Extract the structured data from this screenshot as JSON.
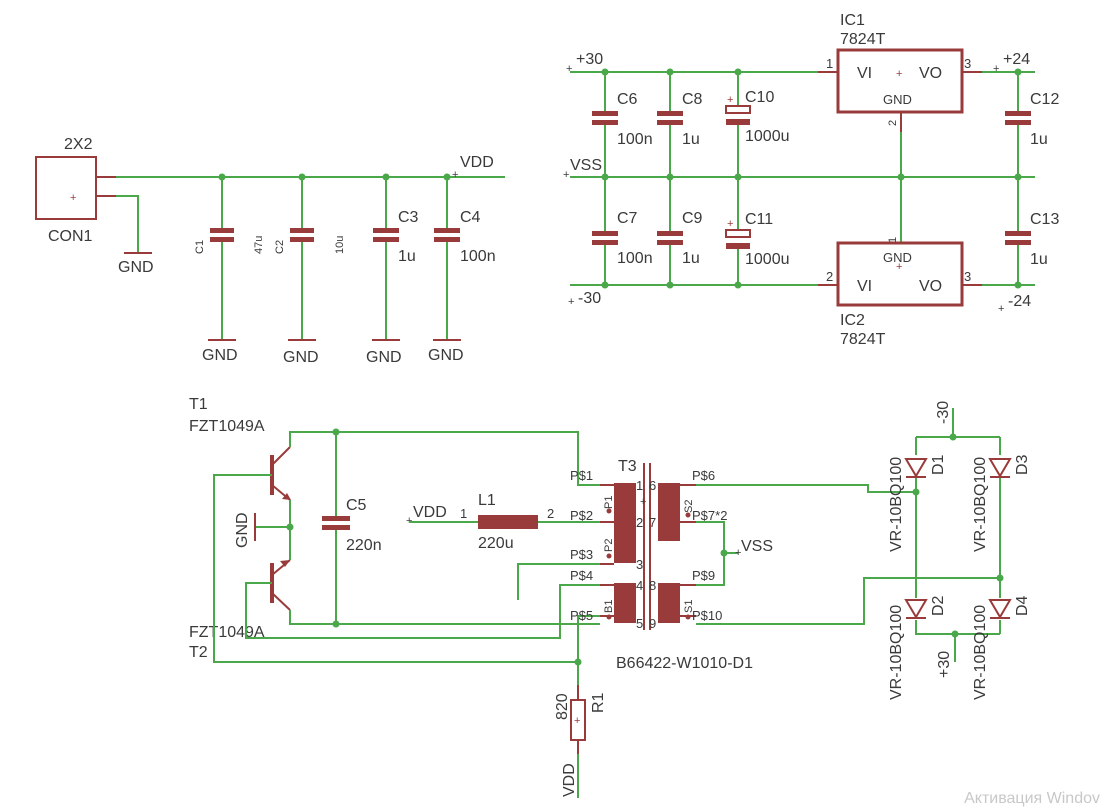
{
  "con1": {
    "name": "CON1",
    "value": "2X2"
  },
  "net": {
    "gnd": "GND",
    "vdd": "VDD",
    "vss": "VSS",
    "p30": "+30",
    "m30": "-30",
    "p24": "+24",
    "m24": "-24"
  },
  "c1": {
    "name": "C1",
    "value": "47u"
  },
  "c2": {
    "name": "C2",
    "value": "10u"
  },
  "c3": {
    "name": "C3",
    "value": "1u"
  },
  "c4": {
    "name": "C4",
    "value": "100n"
  },
  "c5": {
    "name": "C5",
    "value": "220n"
  },
  "c6": {
    "name": "C6",
    "value": "100n"
  },
  "c7": {
    "name": "C7",
    "value": "100n"
  },
  "c8": {
    "name": "C8",
    "value": "1u"
  },
  "c9": {
    "name": "C9",
    "value": "1u"
  },
  "c10": {
    "name": "C10",
    "value": "1000u"
  },
  "c11": {
    "name": "C11",
    "value": "1000u"
  },
  "c12": {
    "name": "C12",
    "value": "1u"
  },
  "c13": {
    "name": "C13",
    "value": "1u"
  },
  "ic1": {
    "name": "IC1",
    "value": "7824T",
    "vi": "VI",
    "vo": "VO",
    "gnd": "GND",
    "pin1": "1",
    "pin2": "2",
    "pin3": "3"
  },
  "ic2": {
    "name": "IC2",
    "value": "7824T",
    "vi": "VI",
    "vo": "VO",
    "gnd": "GND",
    "pin1": "1",
    "pin2": "2",
    "pin3": "3"
  },
  "t1": {
    "name": "T1",
    "value": "FZT1049A"
  },
  "t2": {
    "name": "T2",
    "value": "FZT1049A"
  },
  "l1": {
    "name": "L1",
    "value": "220u",
    "pin1": "1",
    "pin2": "2"
  },
  "t3": {
    "name": "T3",
    "value": "B66422-W1010-D1",
    "p1": "P1",
    "p2": "P2",
    "b1": "B1",
    "s1": "S1",
    "s2": "S2",
    "plus": "+",
    "pins": [
      "1",
      "2",
      "3",
      "4",
      "5",
      "6",
      "7",
      "8",
      "9"
    ],
    "pads": [
      "P$1",
      "P$2",
      "P$3",
      "P$4",
      "P$5",
      "P$6",
      "P$7*2",
      "P$9",
      "P$10"
    ]
  },
  "r1": {
    "name": "R1",
    "value": "820"
  },
  "diodes": {
    "type": "VR-10BQ100",
    "d1": "D1",
    "d2": "D2",
    "d3": "D3",
    "d4": "D4"
  },
  "watermark": "Активация Windov"
}
